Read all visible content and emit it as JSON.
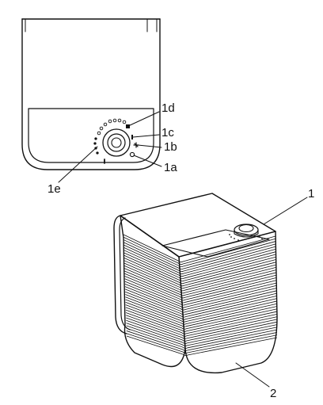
{
  "figure": {
    "callouts": {
      "1": "1",
      "1a": "1a",
      "1b": "1b",
      "1c": "1c",
      "1d": "1d",
      "1e": "1e",
      "2": "2"
    }
  }
}
